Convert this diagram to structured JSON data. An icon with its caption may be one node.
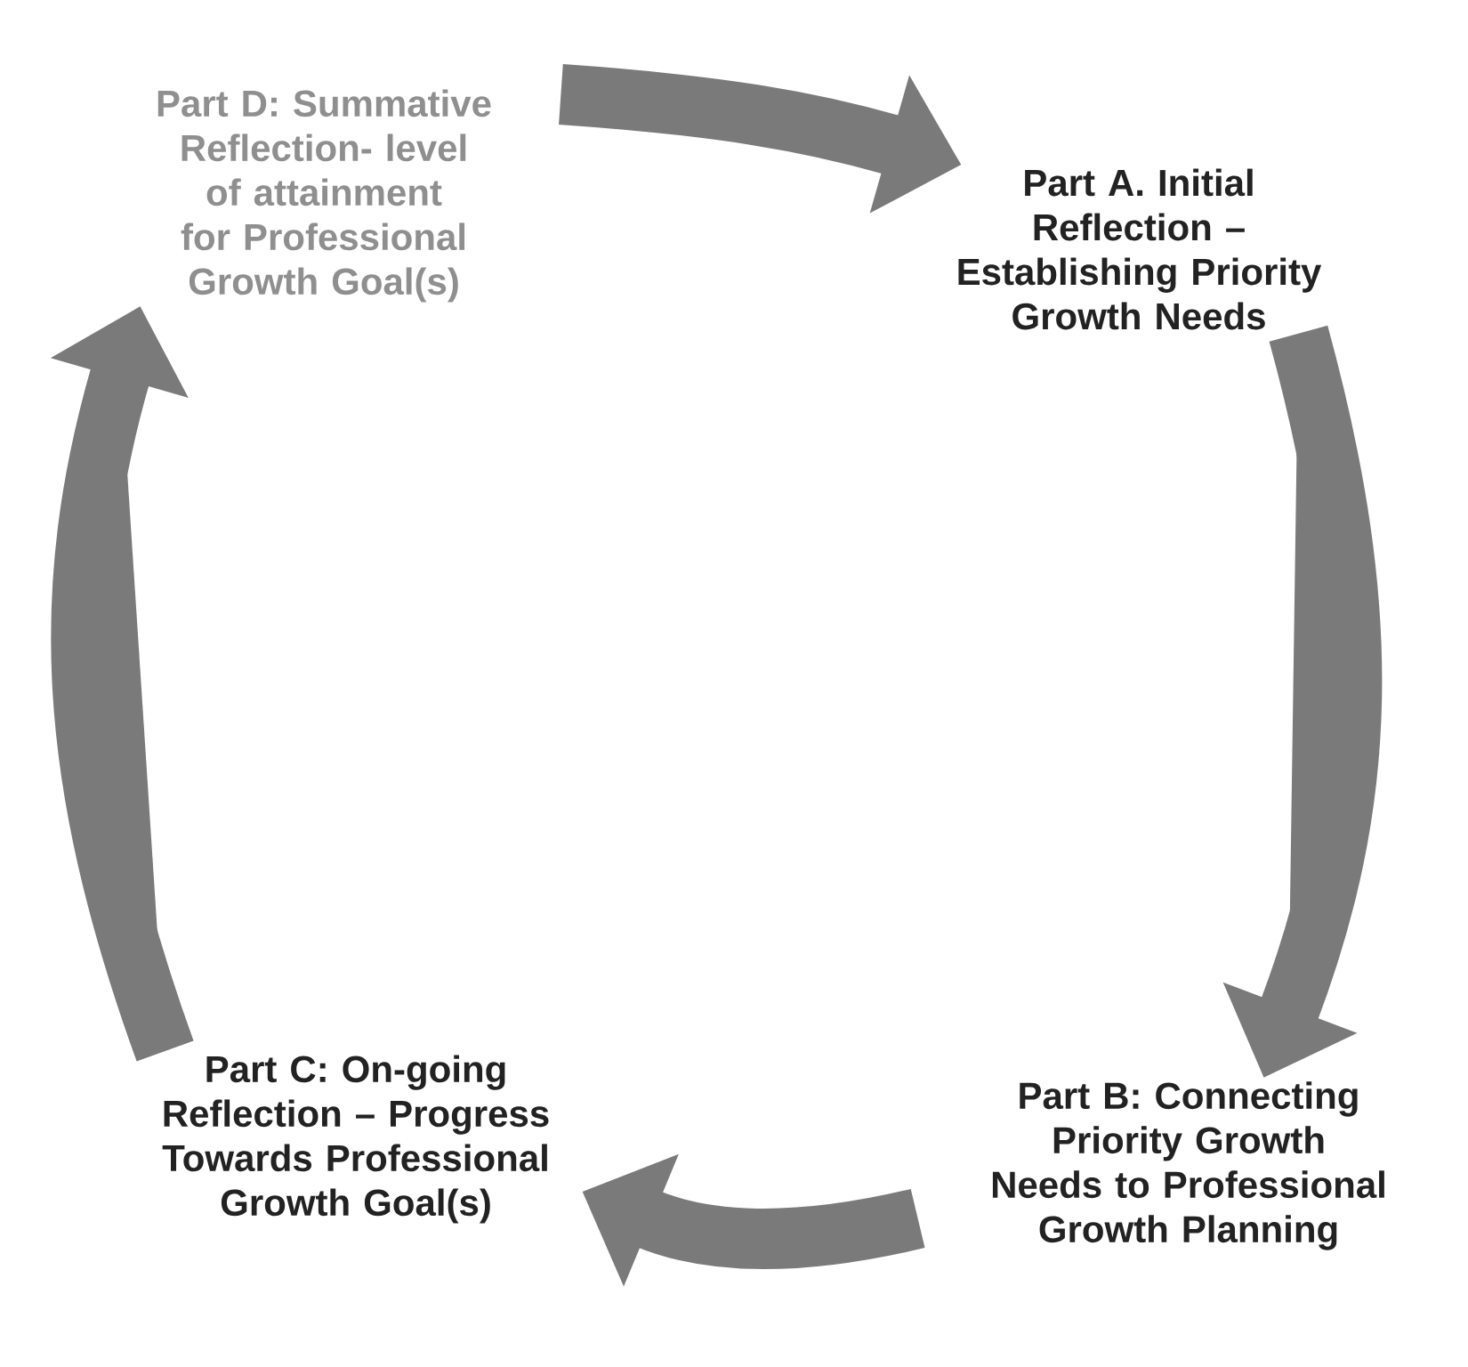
{
  "diagram": {
    "nodes": [
      {
        "text": [
          "Part D:  Summative Reflection- level of attainment for Professional Growth Goal(s)"
        ]
      },
      {
        "text": [
          "Part A. Initial Reflection – Establishing Priority Growth Needs"
        ]
      },
      {
        "text": [
          "Part B:  Connecting Priority Growth Needs to Professional Growth Planning"
        ]
      },
      {
        "text": [
          "Part C:  On-going Reflection – Progress Towards Professional Growth Goal(s)"
        ]
      }
    ],
    "edges": [
      {
        "from": 0,
        "to": 1,
        "arrow": "to"
      },
      {
        "from": 1,
        "to": 2,
        "arrow": "to"
      },
      {
        "from": 2,
        "to": 3,
        "arrow": "to"
      },
      {
        "from": 3,
        "to": 0,
        "arrow": "to"
      }
    ]
  }
}
